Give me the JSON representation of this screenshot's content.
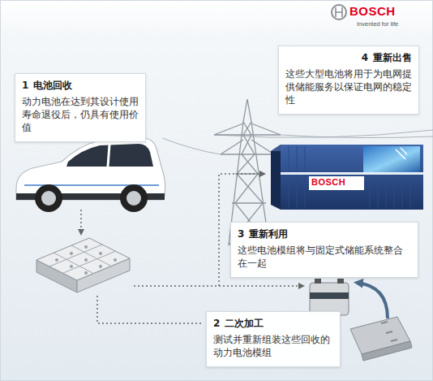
{
  "diagram": {
    "nodes": [
      {
        "text": [
          "1",
          "电池回收",
          "动力电池在达到其设计使用寿命退役后，仍具有使用价值"
        ]
      },
      {
        "text": [
          "4",
          "重新出售",
          "这些大型电池将用于为电网提供储能服务以保证电网的稳定性"
        ]
      },
      {
        "text": [
          "3",
          "重新利用",
          "这些电池模组将与固定式储能系统整合在一起"
        ]
      },
      {
        "text": [
          "2",
          "二次加工",
          "测试并重新组装这些回收的动力电池模组"
        ]
      }
    ],
    "labels": [
      "BOSCH",
      "Invented for life",
      "BOSCH"
    ]
  }
}
